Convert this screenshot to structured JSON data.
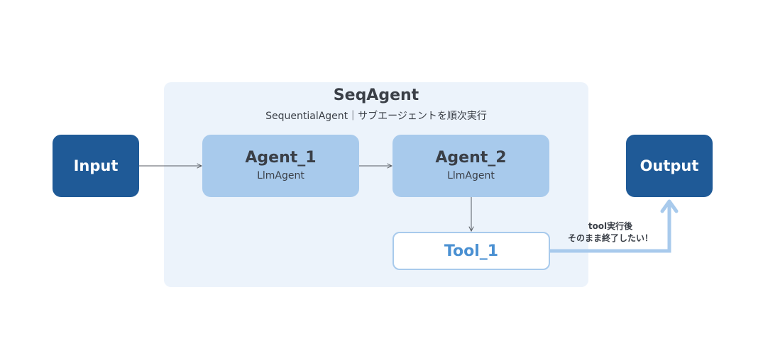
{
  "sequential": {
    "title": "SeqAgent",
    "subtitle": "SequentialAgent｜サブエージェントを順次実行"
  },
  "input": {
    "label": "Input"
  },
  "output": {
    "label": "Output"
  },
  "agents": [
    {
      "name": "Agent_1",
      "type": "LlmAgent"
    },
    {
      "name": "Agent_2",
      "type": "LlmAgent"
    }
  ],
  "tool": {
    "label": "Tool_1"
  },
  "note": {
    "line1": "tool実行後",
    "line2": "そのまま終了したい！"
  },
  "colors": {
    "io_node": "#1f5a97",
    "agent_node": "#a8caec",
    "container": "#ecf3fb",
    "tool_text": "#4a90d2",
    "highlight_arrow": "#a8caec",
    "text": "#3a3f47"
  }
}
